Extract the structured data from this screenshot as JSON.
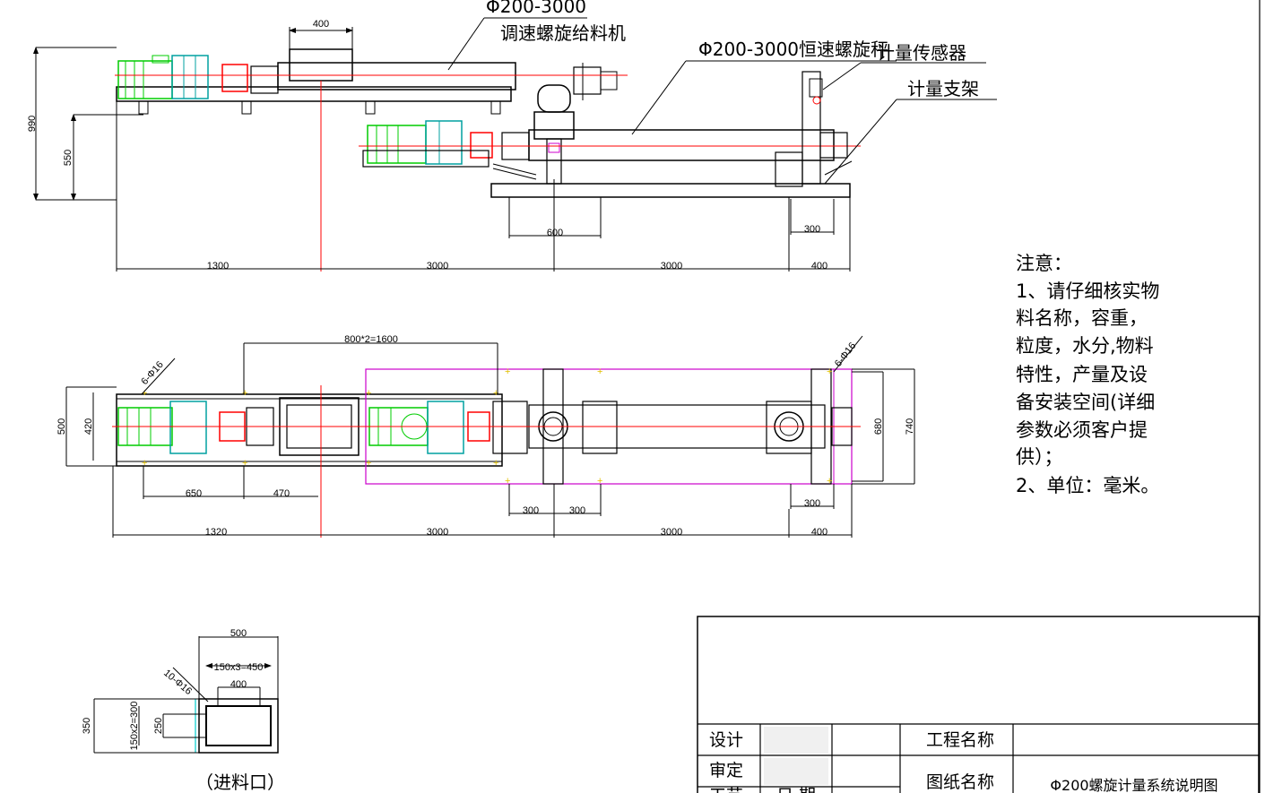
{
  "labels": {
    "feeder_spec": "Φ200-3000",
    "feeder_name": "调速螺旋给料机",
    "scale_name": "Φ200-3000恒速螺旋秤",
    "sensor_name": "计量传感器",
    "bracket_name": "计量支架",
    "inlet_name": "（进料口）"
  },
  "dimensions": {
    "top_hopper": "400",
    "h_990": "990",
    "h_550": "550",
    "d_600": "600",
    "d_300_side": "300",
    "s_1300": "1300",
    "s_3000_a": "3000",
    "s_3000_b": "3000",
    "s_400": "400",
    "p_1600": "800*2=1600",
    "p_holes_left": "6-Φ16",
    "p_holes_right": "6-Φ16",
    "p_500": "500",
    "p_420": "420",
    "p_680": "680",
    "p_740": "740",
    "p_650": "650",
    "p_470": "470",
    "p_300_a": "300",
    "p_300_b": "300",
    "p_300_c": "300",
    "p_1320": "1320",
    "p_3000_a": "3000",
    "p_3000_b": "3000",
    "p_400": "400",
    "i_500": "500",
    "i_450": "150x3=450",
    "i_400": "400",
    "i_holes": "10-Φ16",
    "i_350": "350",
    "i_300": "150x2=300",
    "i_250": "250"
  },
  "notes": {
    "title": "注意：",
    "lines": [
      "1、请仔细核实物",
      "料名称，容重，",
      "粒度，水分,物料",
      "特性，产量及设",
      "备安装空间(详细",
      "参数必须客户提",
      "供）；",
      "2、单位：毫米。"
    ]
  },
  "title_block": {
    "design_label": "设计",
    "review_label": "审定",
    "project_label": "工程名称",
    "drawing_label": "图纸名称",
    "drawing_name": "Φ200螺旋计量系统说明图",
    "row3_label": "工艺",
    "row3_value": "日 期"
  },
  "colors": {
    "motor": "#00cc00",
    "gear": "#00a0a0",
    "flange": "#ff0000",
    "centerline": "#ff0000",
    "frame_magenta": "#cc00cc",
    "bolt_yellow": "#e0c000",
    "inlet_cyan": "#00cccc"
  }
}
